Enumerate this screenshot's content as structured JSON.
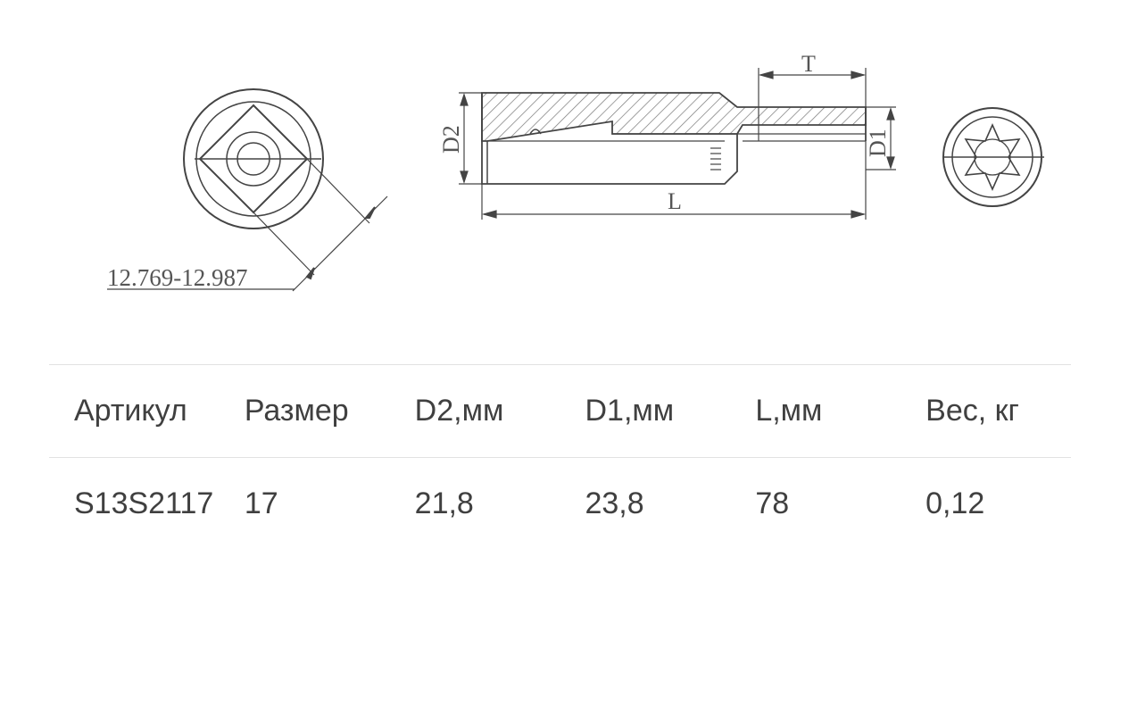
{
  "drawing": {
    "dimension_front": "12.769-12.987",
    "label_d2": "D2",
    "label_d1": "D1",
    "label_l": "L",
    "label_t": "T"
  },
  "table": {
    "headers": [
      "Артикул",
      "Размер",
      "D2,мм",
      "D1,мм",
      "L,мм",
      "Вес, кг"
    ],
    "rows": [
      [
        "S13S2117",
        "17",
        "21,8",
        "23,8",
        "78",
        "0,12"
      ]
    ]
  }
}
